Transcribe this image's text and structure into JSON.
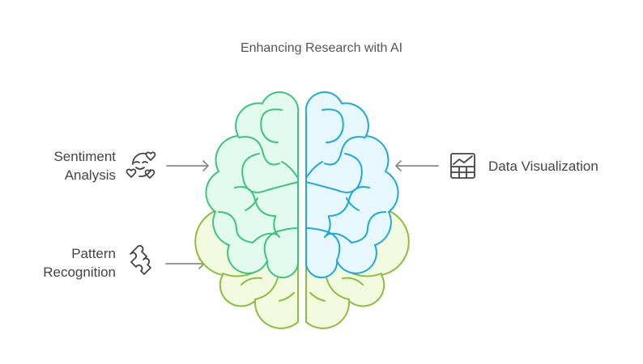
{
  "title": "Enhancing Research with AI",
  "items": [
    {
      "label_line1": "Sentiment",
      "label_line2": "Analysis",
      "icon": "smiling-face-hearts-icon"
    },
    {
      "label_line1": "Pattern",
      "label_line2": "Recognition",
      "icon": "puzzle-piece-icon"
    },
    {
      "label": "Data Visualization",
      "icon": "chart-table-icon"
    }
  ],
  "colors": {
    "left_stroke": "#3cc47c",
    "left_fill": "#e2fbee",
    "right_stroke": "#1fa9d6",
    "right_fill": "#e6f8fd",
    "lower_stroke": "#8cbd3c",
    "lower_fill": "#f2fbe0",
    "arrow": "#8a8a8a"
  }
}
